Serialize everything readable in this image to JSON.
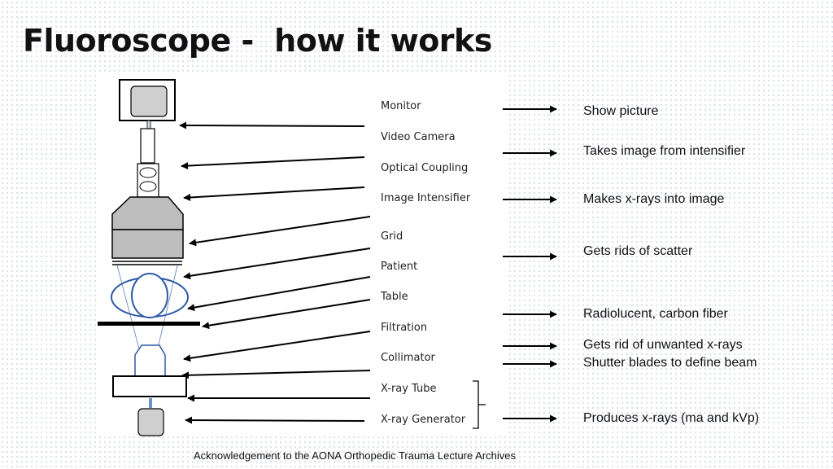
{
  "title": "Fluoroscope -  how it works",
  "components": [
    "Monitor",
    "Video Camera",
    "Optical Coupling",
    "Image Intensifier",
    "Grid",
    "Patient",
    "Table",
    "Filtration",
    "Collimator",
    "X-ray Tube",
    "X-ray Generator"
  ],
  "descriptions": [
    "Show picture",
    "Takes image from intensifier",
    "Makes x-rays into image",
    "Gets rids of scatter",
    "Radiolucent, carbon fiber",
    "Gets rid of unwanted x-rays",
    "Shutter blades to define beam",
    "Produces x-rays (ma and kVp)"
  ],
  "acknowledgement": "Acknowledgement to the AONA Orthopedic Trauma Lecture Archives"
}
